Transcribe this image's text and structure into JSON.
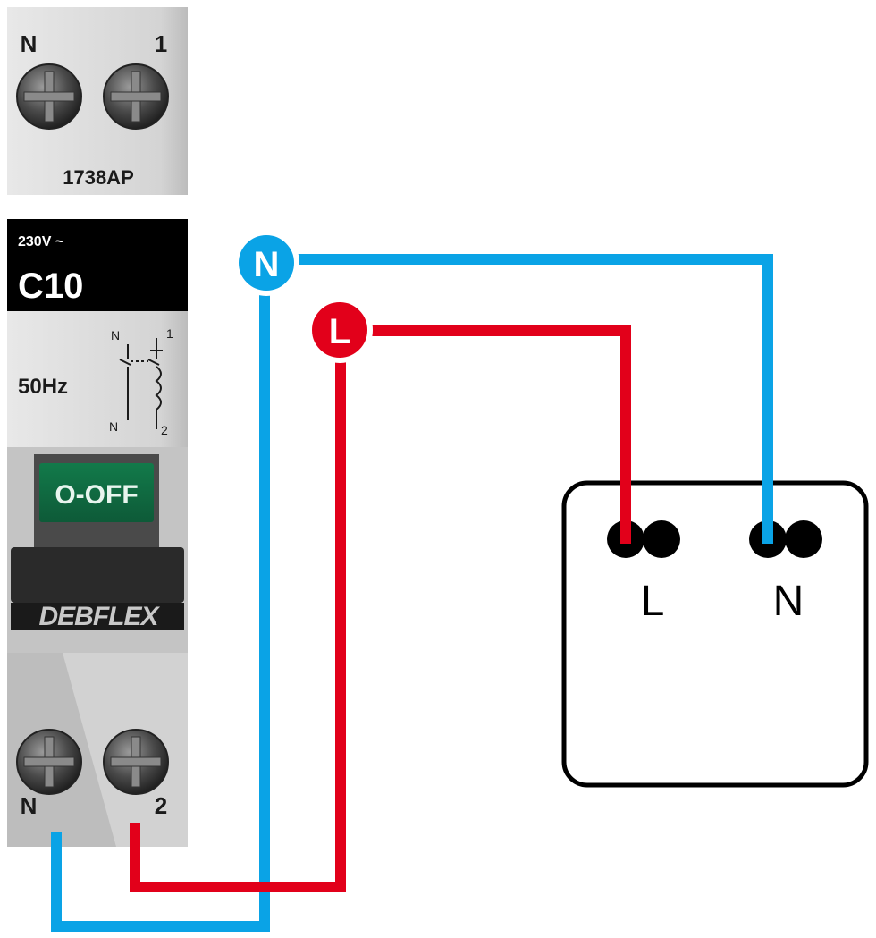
{
  "breaker": {
    "top_terminals": {
      "left": "N",
      "right": "1"
    },
    "model": "1738AP",
    "voltage": "230V ~",
    "rating": "C10",
    "frequency": "50Hz",
    "schematic": {
      "top_left": "N",
      "top_right": "1",
      "bottom_left": "N",
      "bottom_right": "2"
    },
    "switch_state": "O-OFF",
    "brand": "DEBFLEX",
    "bottom_terminals": {
      "left": "N",
      "right": "2"
    }
  },
  "wires": {
    "neutral": {
      "badge": "N",
      "color": "#0aa3e6"
    },
    "live": {
      "badge": "L",
      "color": "#e2001a"
    }
  },
  "load_box": {
    "terminals": [
      "L",
      "N"
    ]
  },
  "colors": {
    "breaker_body": "#dadada",
    "label_panel": "#000000",
    "switch_green": "#1a8a5a",
    "screw": "#555555"
  }
}
